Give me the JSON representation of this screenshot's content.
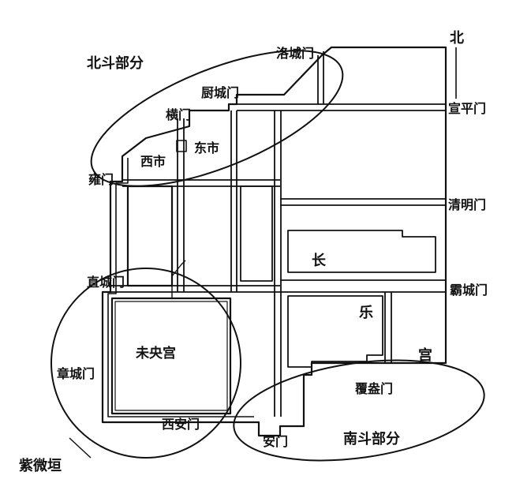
{
  "labels": {
    "north_dipper": "北斗部分",
    "luocheng_gate": "洛城门",
    "north": "北",
    "chucheng_gate": "厨城门",
    "xuanping_gate": "宣平门",
    "heng_gate": "横门",
    "east_market": "东市",
    "west_market": "西市",
    "yong_gate": "雍门",
    "qingming_gate": "清明门",
    "chang": "长",
    "zhicheng_gate": "直城门",
    "bacheng_gate": "霸城门",
    "le": "乐",
    "weiyang_palace": "未央宫",
    "zhangcheng_gate": "章城门",
    "gong": "宫",
    "fuang_gate": "覆盎门",
    "xian_gate": "西安门",
    "an_gate": "安门",
    "south_dipper": "南斗部分",
    "ziwei_enclosure": "紫微垣"
  }
}
